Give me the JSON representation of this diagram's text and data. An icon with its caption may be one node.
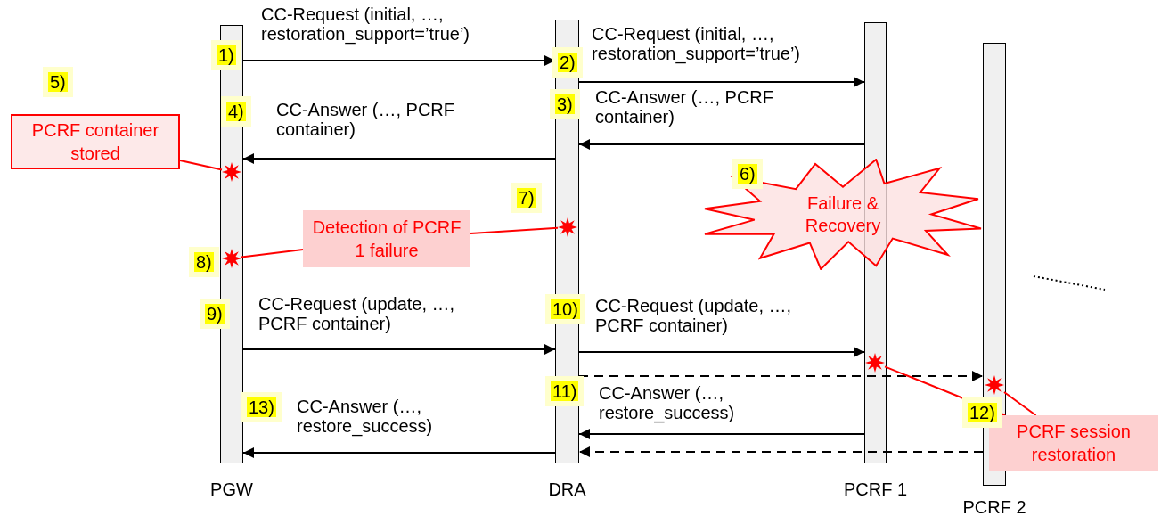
{
  "diagram": {
    "nodes": [
      {
        "text": [
          "PGW"
        ]
      },
      {
        "text": [
          "DRA"
        ]
      },
      {
        "text": [
          "PCRF 1"
        ]
      },
      {
        "text": [
          "PCRF 2"
        ]
      },
      {
        "text": [
          "PCRF container stored"
        ]
      },
      {
        "text": [],
        "shape": "star",
        "in": 0
      },
      {
        "text": [
          "Failure & Recovery"
        ]
      },
      {
        "text": [],
        "shape": "star",
        "in": 1
      },
      {
        "text": [
          "Detection of PCRF 1 failure"
        ]
      },
      {
        "text": [],
        "shape": "star",
        "in": 0
      },
      {
        "text": [],
        "shape": "star",
        "in": 2
      },
      {
        "text": [],
        "shape": "star",
        "in": 3
      },
      {
        "text": [
          "PCRF session restoration"
        ]
      }
    ],
    "edges": [
      {
        "from": 0,
        "to": 1,
        "arrow": "to",
        "label": "CC-Request (initial, …, restoration_support=’true’)"
      },
      {
        "from": 1,
        "to": 2,
        "arrow": "to",
        "label": "CC-Request (initial, …, restoration_support=’true’)"
      },
      {
        "from": 2,
        "to": 1,
        "arrow": "to",
        "label": "CC-Answer (…, PCRF container)"
      },
      {
        "from": 1,
        "to": 0,
        "arrow": "to",
        "label": "CC-Answer (…, PCRF container)"
      },
      {
        "from": 0,
        "to": 1,
        "arrow": "to",
        "label": "CC-Request (update, …, PCRF container)"
      },
      {
        "from": 1,
        "to": 2,
        "arrow": "to",
        "label": "CC-Request (update, …, PCRF container)"
      },
      {
        "from": 1,
        "to": 3,
        "arrow": "to",
        "style": "dashed"
      },
      {
        "from": 2,
        "to": 1,
        "arrow": "to",
        "label": "CC-Answer (…, restore_success)"
      },
      {
        "from": 3,
        "to": 1,
        "arrow": "to",
        "style": "dashed"
      },
      {
        "from": 1,
        "to": 0,
        "arrow": "to",
        "label": "CC-Answer (…, restore_success)"
      },
      {
        "from": 4,
        "to": 5,
        "arrow": "none",
        "color": "#ff0000"
      },
      {
        "from": 8,
        "to": 9,
        "arrow": "none",
        "color": "#ff0000"
      },
      {
        "from": 8,
        "to": 7,
        "arrow": "none",
        "color": "#ff0000"
      },
      {
        "from": 12,
        "to": 10,
        "arrow": "none",
        "color": "#ff0000"
      },
      {
        "from": 12,
        "to": 11,
        "arrow": "none",
        "color": "#ff0000"
      }
    ],
    "labels": [
      "1)",
      "2)",
      "5)",
      "3)",
      "4)",
      "6)",
      "7)",
      "8)",
      "9)",
      "10)",
      "11)",
      "13)",
      "12)"
    ]
  }
}
